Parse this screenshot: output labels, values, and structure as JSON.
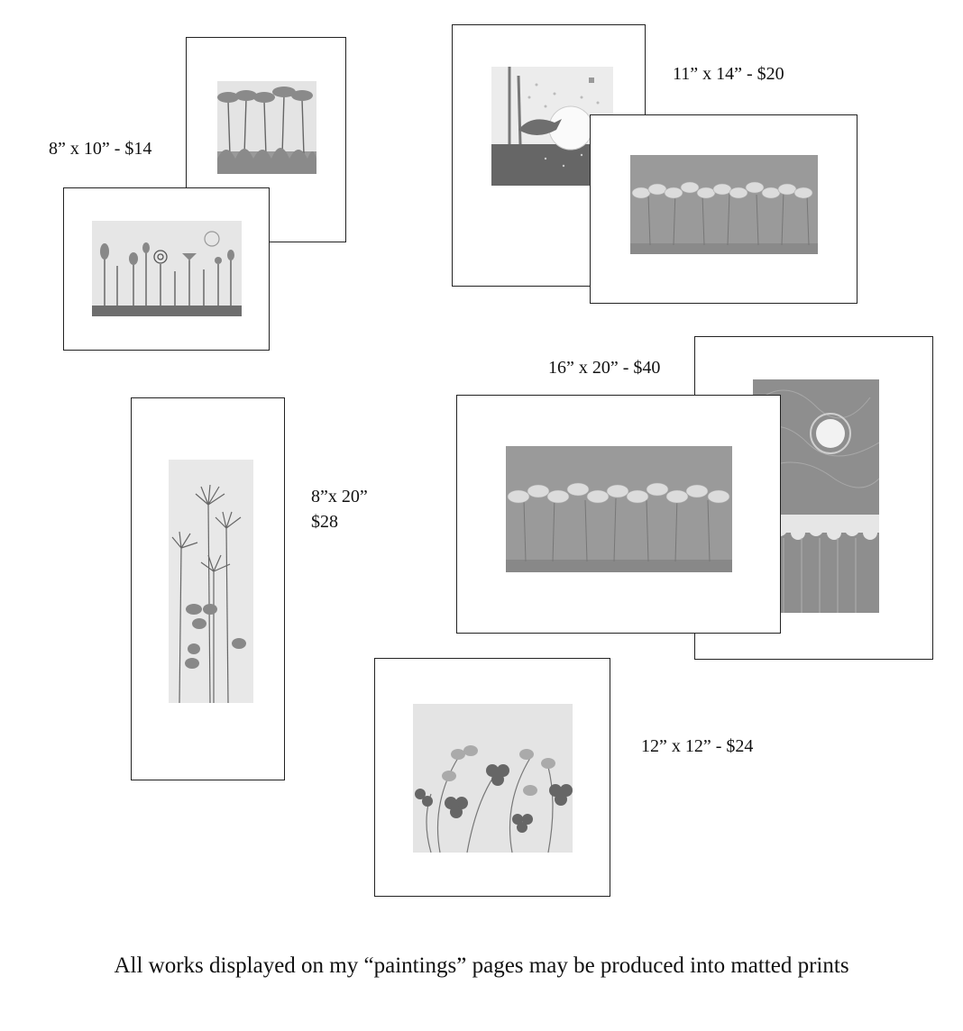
{
  "labels": {
    "small": "8” x 10” - $14",
    "medium": "11” x 14” - $20",
    "large": "16” x 20” - $40",
    "narrow_size": "8”x 20”",
    "narrow_price": "$28",
    "square": "12” x 12” - $24"
  },
  "footer": "All works displayed on my “paintings” pages may be produced into matted prints",
  "prints": [
    {
      "name": "print-8x10-palms",
      "icon": "palm-flowers-painting"
    },
    {
      "name": "print-8x10-garden",
      "icon": "whimsical-garden-painting"
    },
    {
      "name": "print-11x14-bird",
      "icon": "bird-moon-painting"
    },
    {
      "name": "print-11x14-flowers",
      "icon": "flower-field-painting"
    },
    {
      "name": "print-8x20-dandelions",
      "icon": "tall-flowers-painting"
    },
    {
      "name": "print-16x20-moon",
      "icon": "moon-forest-painting"
    },
    {
      "name": "print-16x20-flowers",
      "icon": "flower-field-painting"
    },
    {
      "name": "print-12x12-blossoms",
      "icon": "blossoms-painting"
    }
  ]
}
